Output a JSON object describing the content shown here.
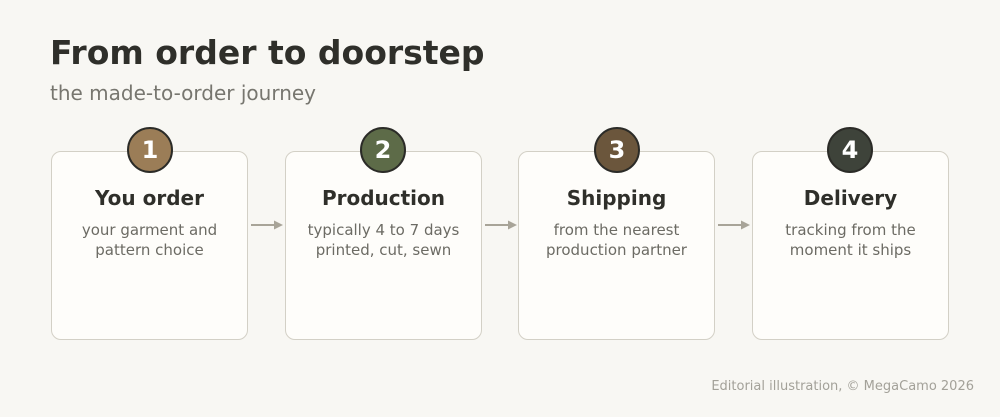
{
  "title": "From order to doorstep",
  "subtitle": "the made-to-order journey",
  "steps": [
    {
      "number": "1",
      "title": "You order",
      "lines": [
        "your garment and",
        "pattern choice"
      ],
      "color": "#9b7d57"
    },
    {
      "number": "2",
      "title": "Production",
      "lines": [
        "typically 4 to 7 days",
        "printed, cut, sewn"
      ],
      "color": "#5d6b48"
    },
    {
      "number": "3",
      "title": "Shipping",
      "lines": [
        "from the nearest",
        "production partner"
      ],
      "color": "#6b563c"
    },
    {
      "number": "4",
      "title": "Delivery",
      "lines": [
        "tracking from the",
        "moment it ships"
      ],
      "color": "#3e433a"
    }
  ],
  "credit": "Editorial illustration, © MegaCamo 2026",
  "colors": {
    "background": "#f8f7f3",
    "card_border": "#d3d0c6",
    "arrow": "#a8a498"
  }
}
